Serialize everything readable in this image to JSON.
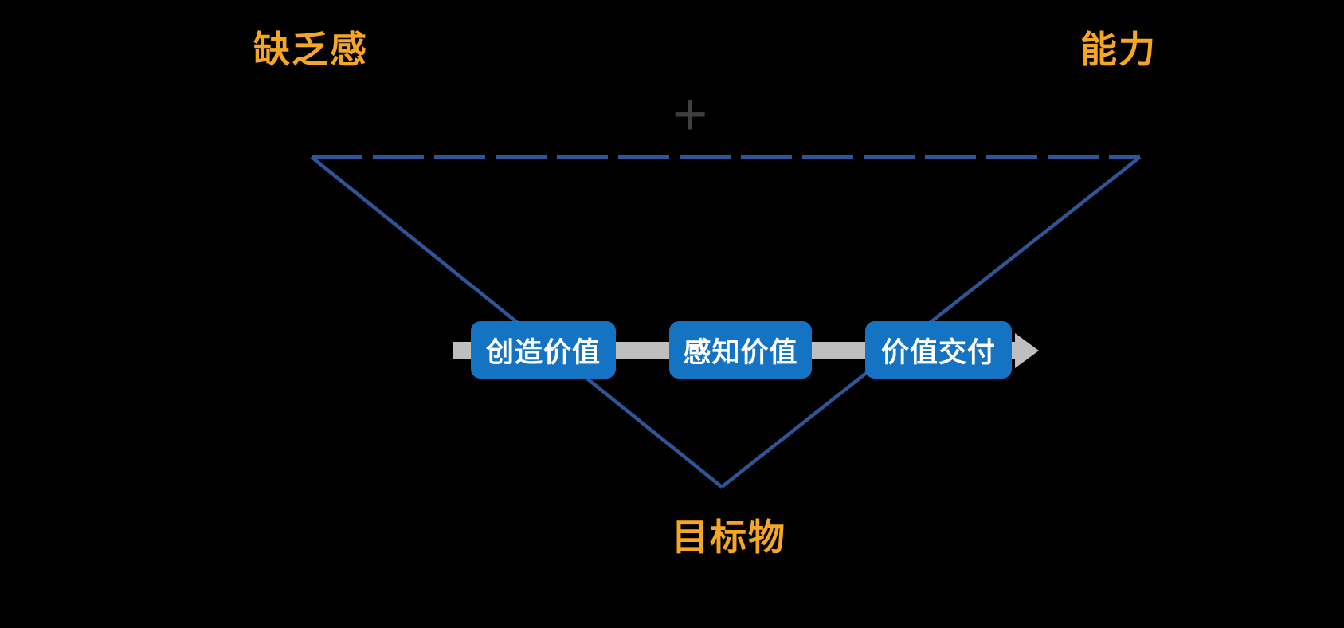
{
  "diagram": {
    "vertex_labels": {
      "top_left": "缺乏感",
      "top_right": "能力",
      "bottom": "目标物"
    },
    "operator": "+",
    "steps": [
      {
        "label": "创造价值"
      },
      {
        "label": "感知价值"
      },
      {
        "label": "价值交付"
      }
    ]
  },
  "colors": {
    "background": "#000000",
    "label_orange": "#F5A623",
    "triangle_blue": "#2F5597",
    "box_blue": "#1473C2",
    "box_text": "#FFFFFF",
    "arrow_gray": "#BFBFBF",
    "plus_gray": "#3F3F3F"
  }
}
